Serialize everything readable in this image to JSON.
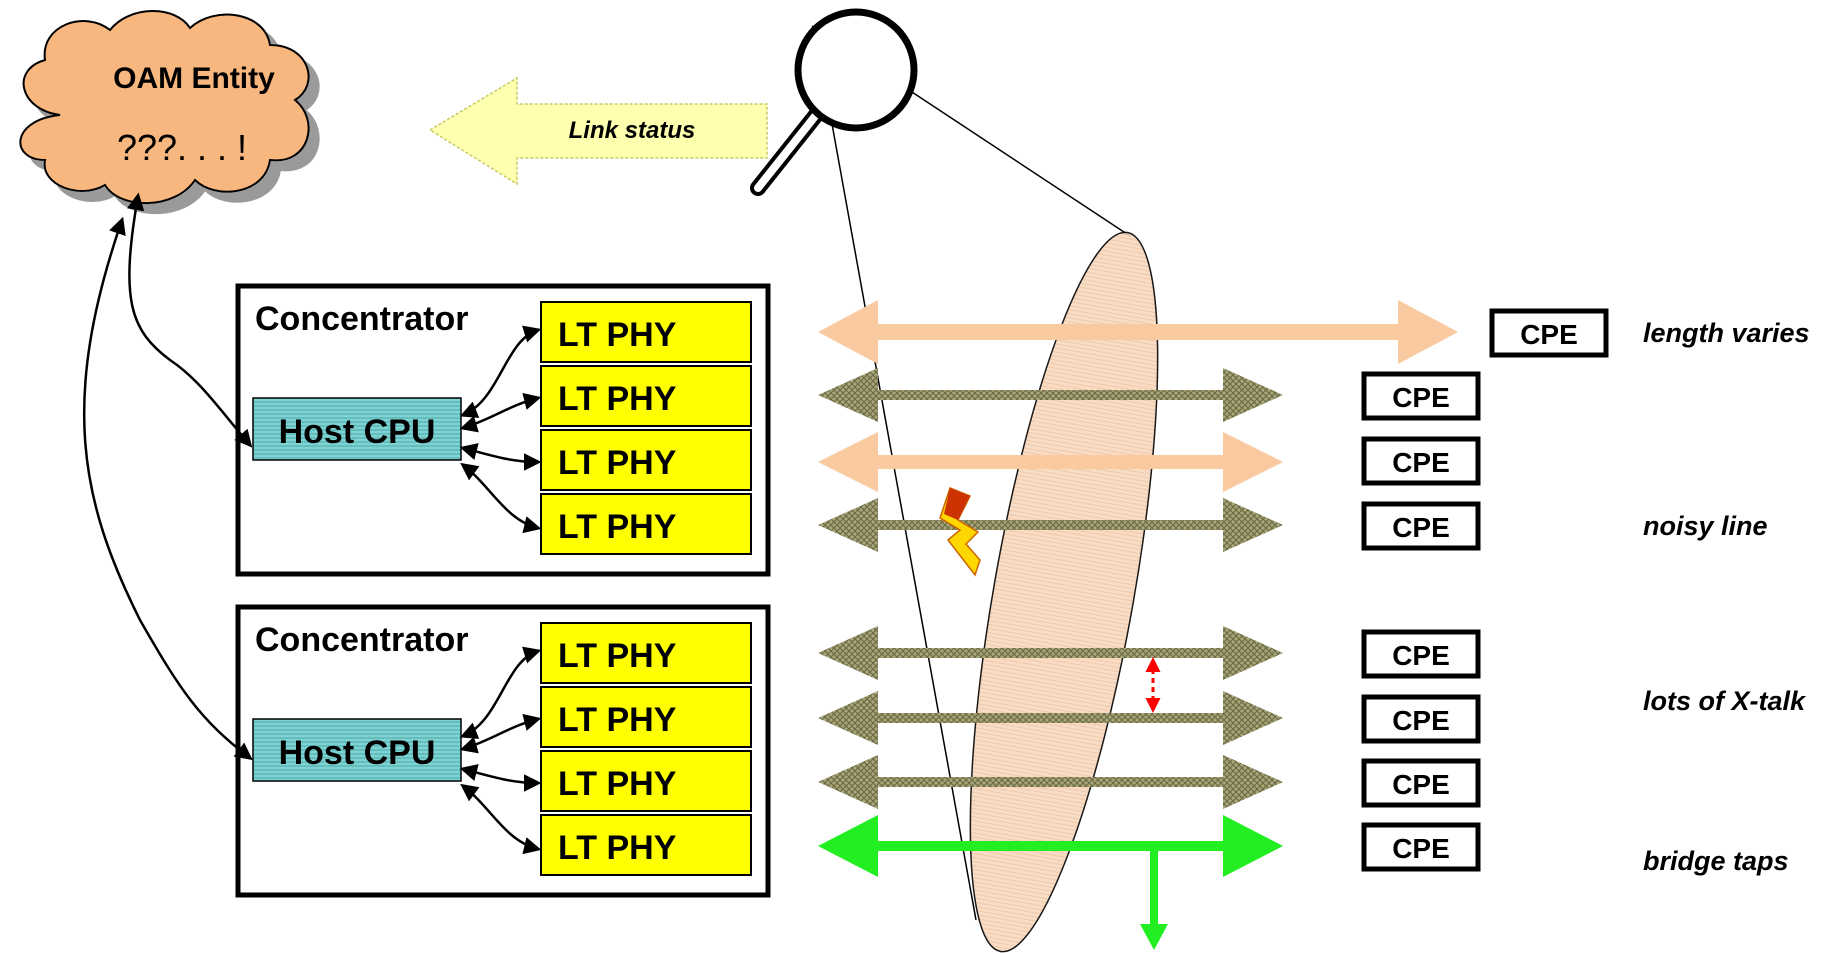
{
  "oam": {
    "title": "OAM Entity",
    "status_text": "???. . . !"
  },
  "link_status_label": "Link status",
  "concentrators": [
    {
      "label": "Concentrator",
      "cpu_label": "Host CPU",
      "phys": [
        "LT PHY",
        "LT PHY",
        "LT PHY",
        "LT PHY"
      ]
    },
    {
      "label": "Concentrator",
      "cpu_label": "Host CPU",
      "phys": [
        "LT PHY",
        "LT PHY",
        "LT PHY",
        "LT PHY"
      ]
    }
  ],
  "cpe_labels": [
    "CPE",
    "CPE",
    "CPE",
    "CPE",
    "CPE",
    "CPE",
    "CPE",
    "CPE"
  ],
  "annotations": {
    "length_varies": "length varies",
    "noisy_line": "noisy line",
    "xtalk": "lots of X-talk",
    "bridge_taps": "bridge taps"
  },
  "colors": {
    "cloud": "#F8B77E",
    "phy_fill": "#FFFF00",
    "cpu_fill": "#66CCCC",
    "short_line": "#F9C9A0",
    "noisy_line": "#8C8A5C",
    "bridge_line": "#22EE22",
    "xtalk_marker": "#FF0000",
    "link_arrow": "#FFFFB0",
    "ellipse": "#F6D2B3"
  }
}
